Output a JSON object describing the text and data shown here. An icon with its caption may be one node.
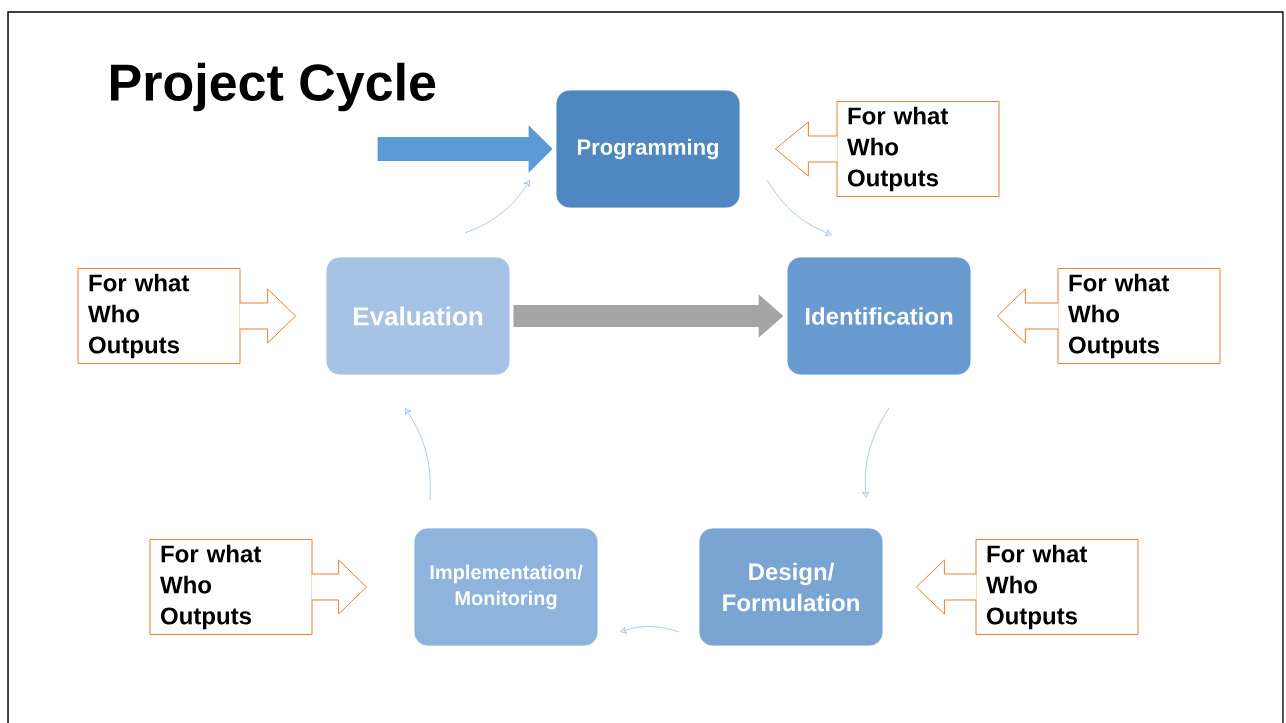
{
  "diagram": {
    "title": "Project Cycle",
    "nodes": [
      {
        "text": [
          "Programming"
        ]
      },
      {
        "text": [
          "For what Who Outputs"
        ]
      },
      {
        "text": [
          "For what Who Outputs"
        ]
      },
      {
        "text": [
          "Evaluation"
        ]
      },
      {
        "text": [
          "Identification"
        ]
      },
      {
        "text": [
          "For what Who Outputs"
        ]
      },
      {
        "text": [
          "For what Who Outputs"
        ]
      },
      {
        "text": [
          "Implementation/ Monitoring"
        ]
      },
      {
        "text": [
          "Design/ Formulation"
        ]
      },
      {
        "text": [
          "For what Who Outputs"
        ]
      }
    ],
    "edges": [
      {
        "from": null,
        "to": 0,
        "arrow": "to",
        "style": "thick",
        "color": "#5b9bd5"
      },
      {
        "from": 3,
        "to": 4,
        "arrow": "to",
        "style": "thick",
        "color": "#a5a5a5"
      },
      {
        "from": 0,
        "to": 4,
        "arrow": "to",
        "color": "#8eb4e3"
      },
      {
        "from": 4,
        "to": 8,
        "arrow": "to",
        "color": "#8eb4e3"
      },
      {
        "from": 8,
        "to": 7,
        "arrow": "to",
        "color": "#8eb4e3"
      },
      {
        "from": 7,
        "to": 3,
        "arrow": "to",
        "color": "#8eb4e3"
      },
      {
        "from": 3,
        "to": 0,
        "arrow": "to",
        "color": "#8eb4e3"
      },
      {
        "from": 1,
        "to": 0,
        "arrow": "to",
        "style": "thick",
        "color": "#ed7d31"
      },
      {
        "from": 2,
        "to": 3,
        "arrow": "to",
        "style": "thick",
        "color": "#ed7d31"
      },
      {
        "from": 5,
        "to": 4,
        "arrow": "to",
        "style": "thick",
        "color": "#ed7d31"
      },
      {
        "from": 6,
        "to": 7,
        "arrow": "to",
        "style": "thick",
        "color": "#ed7d31"
      },
      {
        "from": 9,
        "to": 8,
        "arrow": "to",
        "style": "thick",
        "color": "#ed7d31"
      }
    ]
  }
}
